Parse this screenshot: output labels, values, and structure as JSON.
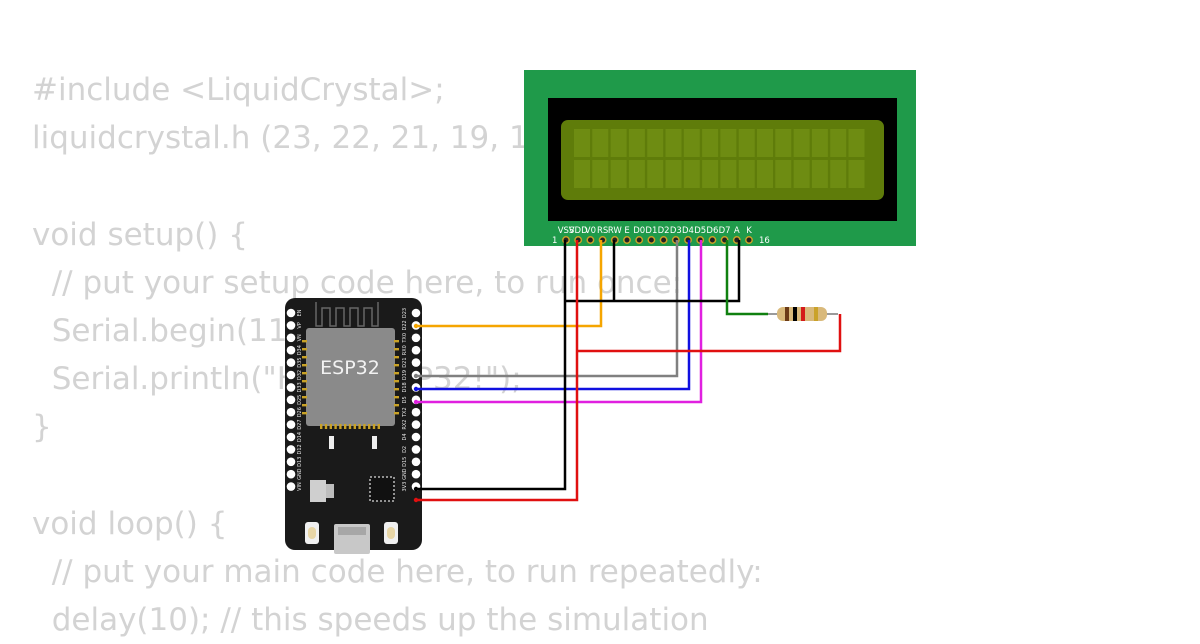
{
  "code": {
    "lines": [
      "#include <LiquidCrystal>;",
      "liquidcrystal.h (23, 22, 21, 19, 18, 5);",
      "",
      "void setup() {",
      "  // put your setup code here, to run once:",
      "  Serial.begin(115200);",
      "  Serial.println(\"Hello, ESP32!\");",
      "}",
      "",
      "void loop() {",
      "  // put your main code here, to run repeatedly:",
      "  delay(10); // this speeds up the simulation"
    ]
  },
  "lcd": {
    "pin_labels": [
      "VSS",
      "VDD",
      "V0",
      "RS",
      "RW",
      "E",
      "D0",
      "D1",
      "D2",
      "D3",
      "D4",
      "D5",
      "D6",
      "D7",
      "A",
      "K"
    ],
    "first_pin_number": "1",
    "last_pin_number": "16",
    "board_color": "#1f9a4a",
    "screen_color": "#5f7c0a"
  },
  "esp32": {
    "chip_label": "ESP32",
    "left_pins": [
      "EN",
      "VP",
      "VN",
      "D34",
      "D35",
      "D32",
      "D33",
      "D25",
      "D26",
      "D27",
      "D14",
      "D12",
      "D13",
      "GND",
      "VIN"
    ],
    "right_pins": [
      "D23",
      "D22",
      "TX0",
      "RX0",
      "D21",
      "D19",
      "D18",
      "D5",
      "TX2",
      "RX2",
      "D4",
      "D2",
      "D15",
      "GND",
      "3V3"
    ],
    "board_color": "#1a1a1a"
  },
  "wires": [
    {
      "name": "rs",
      "color": "#f5a500"
    },
    {
      "name": "d4",
      "color": "#808080"
    },
    {
      "name": "d5",
      "color": "#1010e0"
    },
    {
      "name": "d6",
      "color": "#e020e0"
    },
    {
      "name": "gnd",
      "color": "#000000"
    },
    {
      "name": "vdd",
      "color": "#e01010"
    },
    {
      "name": "backlight",
      "color": "#108010"
    }
  ]
}
